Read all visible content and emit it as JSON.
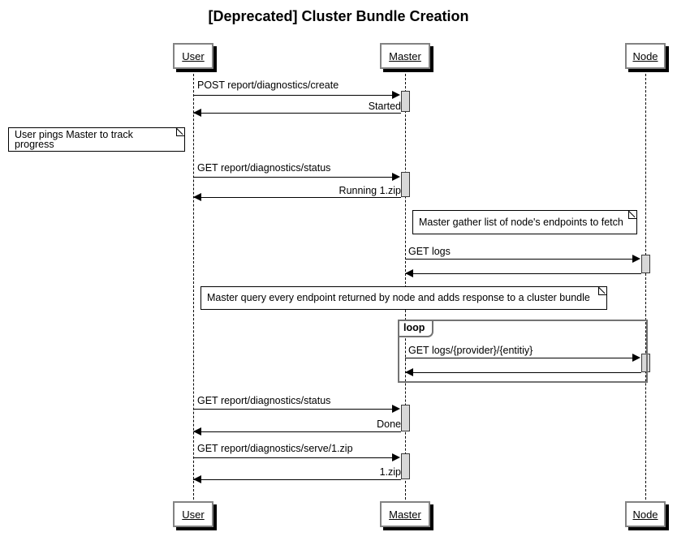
{
  "diagram": {
    "title": "[Deprecated] Cluster Bundle Creation",
    "type": "sequence-diagram",
    "colors": {
      "background": "#ffffff",
      "participant_border": "#838383",
      "participant_fill": "#ffffff",
      "shadow": "#000000",
      "activation_fill": "#d8d8d8",
      "activation_border": "#3a3a3a",
      "line": "#000000",
      "fragment_border": "#737373"
    },
    "participants": [
      {
        "name": "User",
        "label": "User"
      },
      {
        "name": "Master",
        "label": "Master"
      },
      {
        "name": "Node",
        "label": "Node"
      }
    ],
    "messages": [
      {
        "label": "POST report/diagnostics/create",
        "from": "User",
        "to": "Master",
        "kind": "request"
      },
      {
        "label": "Started",
        "from": "Master",
        "to": "User",
        "kind": "response"
      },
      {
        "label": "GET report/diagnostics/status",
        "from": "User",
        "to": "Master",
        "kind": "request"
      },
      {
        "label": "Running 1.zip",
        "from": "Master",
        "to": "User",
        "kind": "response"
      },
      {
        "label": "GET logs",
        "from": "Master",
        "to": "Node",
        "kind": "request"
      },
      {
        "label": "",
        "from": "Node",
        "to": "Master",
        "kind": "response"
      },
      {
        "label": "GET logs/{provider}/{entitiy}",
        "from": "Master",
        "to": "Node",
        "kind": "request"
      },
      {
        "label": "",
        "from": "Node",
        "to": "Master",
        "kind": "response"
      },
      {
        "label": "GET report/diagnostics/status",
        "from": "User",
        "to": "Master",
        "kind": "request"
      },
      {
        "label": "Done",
        "from": "Master",
        "to": "User",
        "kind": "response"
      },
      {
        "label": "GET report/diagnostics/serve/1.zip",
        "from": "User",
        "to": "Master",
        "kind": "request"
      },
      {
        "label": "1.zip",
        "from": "Master",
        "to": "User",
        "kind": "response"
      }
    ],
    "notes": [
      {
        "text": "User pings Master to track progress"
      },
      {
        "text": "Master gather list of node's endpoints to fetch"
      },
      {
        "text": "Master query every endpoint returned by node and adds response to a cluster bundle"
      }
    ],
    "fragments": [
      {
        "label": "loop"
      }
    ]
  }
}
